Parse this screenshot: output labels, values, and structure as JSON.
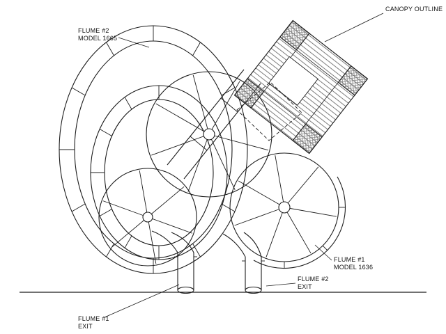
{
  "drawing": {
    "type": "plan-view technical drawing of water slide structure",
    "labels": {
      "canopy": "CANOPY OUTLINE",
      "flume2_model_line1": "FLUME #2",
      "flume2_model_line2": "MODEL 1665",
      "flume1_model_line1": "FLUME #1",
      "flume1_model_line2": "MODEL 1636",
      "flume2_exit_line1": "FLUME #2",
      "flume2_exit_line2": "EXIT",
      "flume1_exit_line1": "FLUME #1",
      "flume1_exit_line2": "EXIT"
    },
    "colors": {
      "line": "#1c1c1c",
      "hatch": "#777777",
      "background": "#ffffff"
    }
  }
}
